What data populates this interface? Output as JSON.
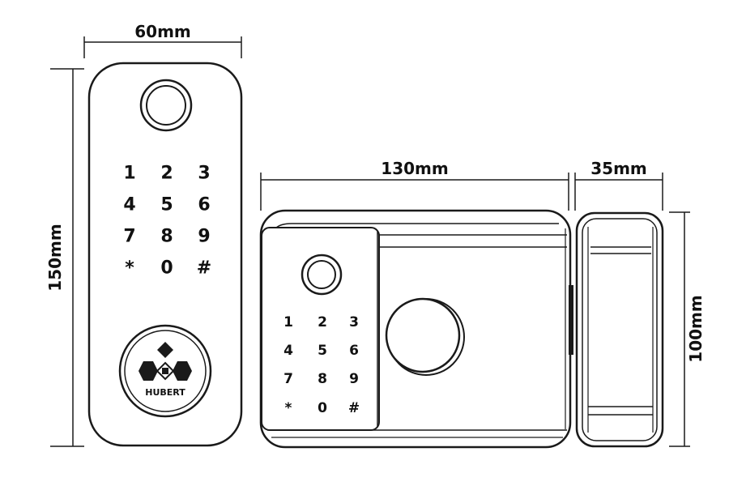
{
  "dimensions": {
    "front_width": "60mm",
    "front_height": "150mm",
    "side_width": "130mm",
    "bracket_width": "35mm",
    "side_height": "100mm"
  },
  "front_keypad": [
    {
      "label": "1"
    },
    {
      "label": "2"
    },
    {
      "label": "3"
    },
    {
      "label": "4"
    },
    {
      "label": "5"
    },
    {
      "label": "6"
    },
    {
      "label": "7"
    },
    {
      "label": "8"
    },
    {
      "label": "9"
    },
    {
      "label": "*"
    },
    {
      "label": "0"
    },
    {
      "label": "#"
    }
  ],
  "side_keypad": [
    {
      "label": "1"
    },
    {
      "label": "2"
    },
    {
      "label": "3"
    },
    {
      "label": "4"
    },
    {
      "label": "5"
    },
    {
      "label": "6"
    },
    {
      "label": "7"
    },
    {
      "label": "8"
    },
    {
      "label": "9"
    },
    {
      "label": "*"
    },
    {
      "label": "0"
    },
    {
      "label": "#"
    }
  ],
  "brand": "HUBERT",
  "colors": {
    "line": "#1a1a1a",
    "background": "#ffffff"
  }
}
